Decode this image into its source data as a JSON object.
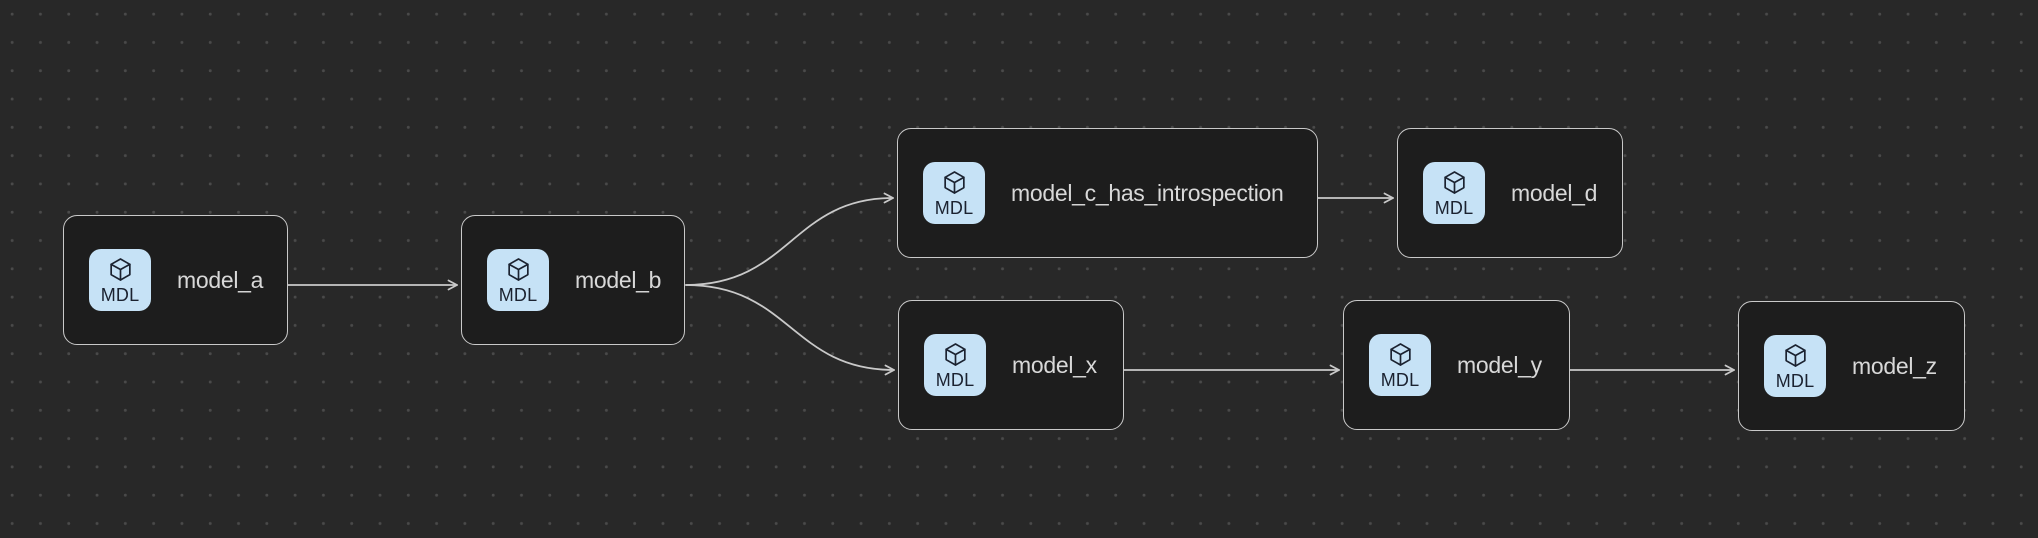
{
  "graph": {
    "badge_label": "MDL",
    "nodes": {
      "a": {
        "label": "model_a"
      },
      "b": {
        "label": "model_b"
      },
      "c": {
        "label": "model_c_has_introspection"
      },
      "d": {
        "label": "model_d"
      },
      "x": {
        "label": "model_x"
      },
      "y": {
        "label": "model_y"
      },
      "z": {
        "label": "model_z"
      }
    },
    "edges": [
      {
        "from": "model_a",
        "to": "model_b"
      },
      {
        "from": "model_b",
        "to": "model_c_has_introspection"
      },
      {
        "from": "model_b",
        "to": "model_x"
      },
      {
        "from": "model_c_has_introspection",
        "to": "model_d"
      },
      {
        "from": "model_x",
        "to": "model_y"
      },
      {
        "from": "model_y",
        "to": "model_z"
      }
    ],
    "colors": {
      "canvas_bg": "#282828",
      "grid_dot": "#4a4a4a",
      "node_bg": "#1d1d1d",
      "node_border": "#c9c9c9",
      "edge": "#c9c9c9",
      "icon_bg": "#c6e2f6",
      "icon_fg": "#1b2230",
      "label_text": "#d8d8d8"
    }
  }
}
